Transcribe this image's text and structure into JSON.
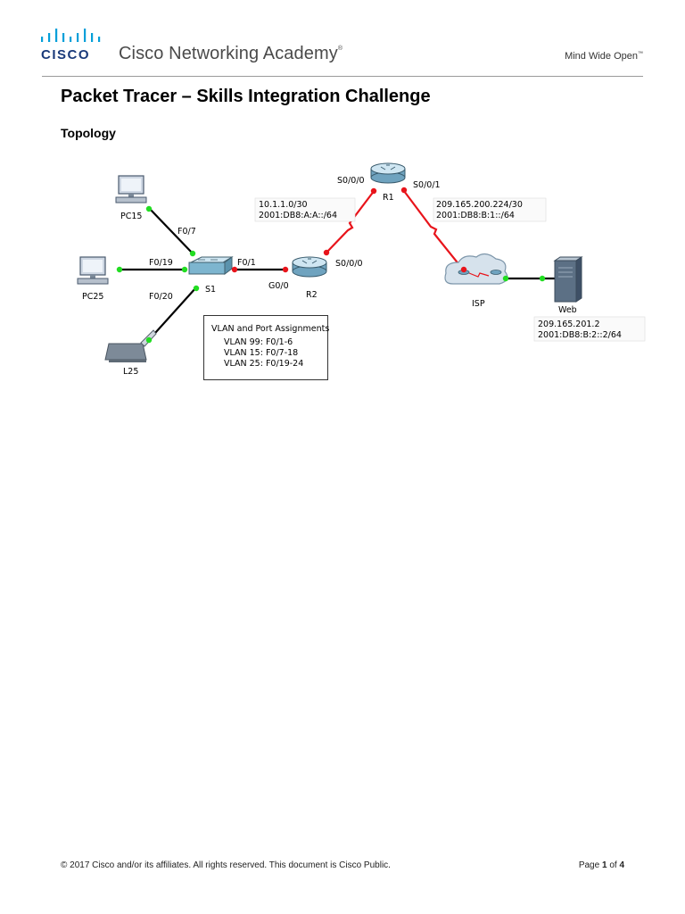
{
  "header": {
    "logo_text": "CISCO",
    "academy": "Cisco Networking Academy",
    "academy_mark": "®",
    "tagline": "Mind Wide Open",
    "tagline_mark": "™"
  },
  "document": {
    "title": "Packet Tracer – Skills Integration Challenge",
    "section": "Topology"
  },
  "topology": {
    "devices": {
      "pc15": "PC15",
      "pc25": "PC25",
      "l25": "L25",
      "s1": "S1",
      "r2": "R2",
      "r1": "R1",
      "isp": "ISP",
      "web": "Web"
    },
    "ports": {
      "s1_f07": "F0/7",
      "s1_f019": "F0/19",
      "s1_f020": "F0/20",
      "s1_f01": "F0/1",
      "r2_g00": "G0/0",
      "r2_s000": "S0/0/0",
      "r1_s000": "S0/0/0",
      "r1_s001": "S0/0/1"
    },
    "networks": {
      "r1_r2_ipv4": "10.1.1.0/30",
      "r1_r2_ipv6": "2001:DB8:A:A::/64",
      "r1_isp_ipv4": "209.165.200.224/30",
      "r1_isp_ipv6": "2001:DB8:B:1::/64",
      "web_ipv4": "209.165.201.2",
      "web_ipv6": "2001:DB8:B:2::2/64"
    },
    "vlan_box": {
      "title": "VLAN and Port Assignments",
      "lines": [
        "VLAN 99: F0/1-6",
        "VLAN 15: F0/7-18",
        "VLAN 25: F0/19-24"
      ]
    },
    "colors": {
      "ethernet": "#000000",
      "serial": "#e8141b",
      "link_up": "#22dd22",
      "link_down": "#e8141b"
    }
  },
  "footer": {
    "copyright": "© 2017 Cisco and/or its affiliates. All rights reserved. This document is Cisco Public.",
    "page_prefix": "Page",
    "page_current": "1",
    "page_of": "of",
    "page_total": "4"
  }
}
